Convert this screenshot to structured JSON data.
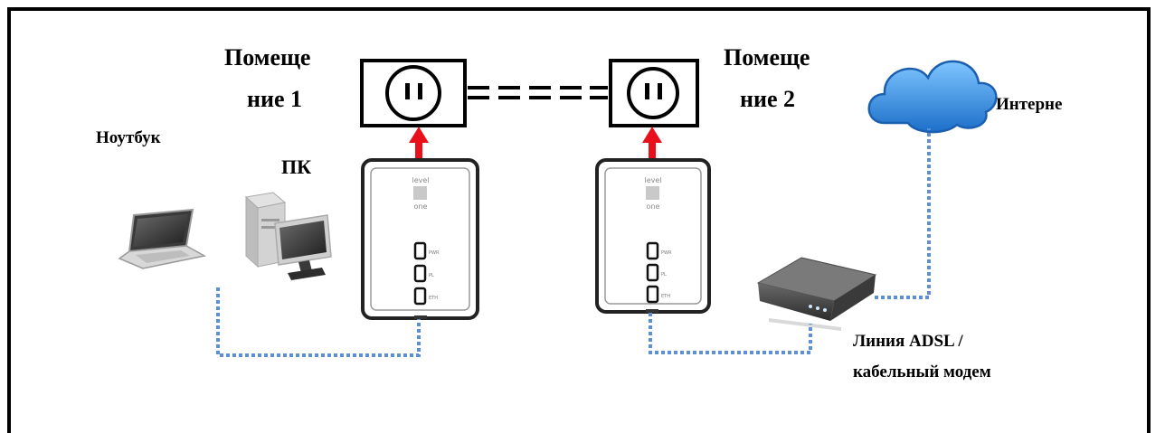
{
  "labels": {
    "room1_line1": "Помеще",
    "room1_line2": "ние 1",
    "room2_line1": "Помеще",
    "room2_line2": "ние 2",
    "laptop": "Ноутбук",
    "pc": "ПК",
    "internet": "Интерне",
    "modem_line1": "Линия ADSL /",
    "modem_line2": "кабельный модем"
  },
  "adapter": {
    "brand_line1": "level",
    "brand_line2": "one",
    "led_labels": [
      "PWR",
      "PL",
      "ETH"
    ]
  },
  "colors": {
    "cable": "#5b8fd6",
    "arrow": "#e8101a",
    "cloud": "#2f8fe0",
    "frame": "#000000"
  }
}
